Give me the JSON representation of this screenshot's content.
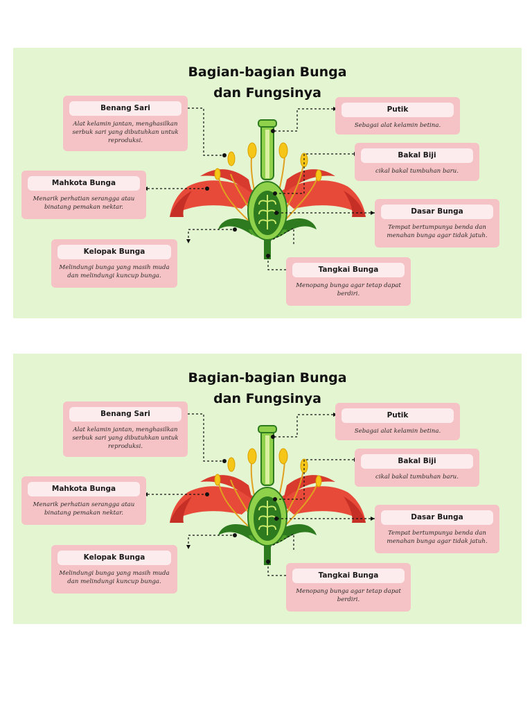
{
  "title_line1": "Bagian-bagian Bunga",
  "title_line2": "dan Fungsinya",
  "labels": {
    "benang_sari": {
      "title": "Benang Sari",
      "desc": "Alat kelamin jantan, menghasilkan serbuk sari yang dibutuhkan untuk reproduksi."
    },
    "putik": {
      "title": "Putik",
      "desc": "Sebagai alat kelamin betina."
    },
    "bakal_biji": {
      "title": "Bakal Biji",
      "desc": "cikal bakal tumbuhan baru."
    },
    "mahkota_bunga": {
      "title": "Mahkota Bunga",
      "desc": "Menarik perhatian serangga atau binatang pemakan nektar."
    },
    "dasar_bunga": {
      "title": "Dasar Bunga",
      "desc": "Tempat bertumpunya benda dan menahan bunga agar tidak jatuh."
    },
    "kelopak_bunga": {
      "title": "Kelopak Bunga",
      "desc": "Melindungi bunga yang masih muda dan melindungi kuncup bunga."
    },
    "tangkai_bunga": {
      "title": "Tangkai Bunga",
      "desc": "Menopang bunga agar tetap dapat berdiri."
    }
  },
  "colors": {
    "background": "#e3f5d1",
    "card": "#f5c3c5",
    "card_title": "#fcecee",
    "petal": "#e84a3a",
    "petal_dark": "#c62f25",
    "green": "#6fbf3a",
    "green_dark": "#2d7a1f",
    "anther": "#f5c518"
  }
}
